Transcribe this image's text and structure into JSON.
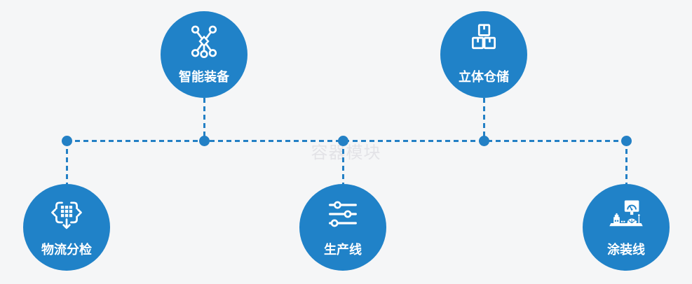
{
  "diagram": {
    "watermark": "容器模块",
    "nodes": [
      {
        "id": "smart-equipment",
        "label": "智能装备",
        "icon": "molecule-network-icon"
      },
      {
        "id": "warehouse",
        "label": "立体仓储",
        "icon": "stacked-boxes-icon"
      },
      {
        "id": "logistics-sorting",
        "label": "物流分检",
        "icon": "sort-distribute-icon"
      },
      {
        "id": "production-line",
        "label": "生产线",
        "icon": "sliders-icon"
      },
      {
        "id": "painting-line",
        "label": "涂装线",
        "icon": "machine-monitor-icon"
      }
    ],
    "colors": {
      "node_fill": "#2082c8",
      "connector": "#2380c5",
      "background": "#f5f6f7",
      "label_text": "#ffffff",
      "watermark_text": "#e3e3e7"
    }
  }
}
